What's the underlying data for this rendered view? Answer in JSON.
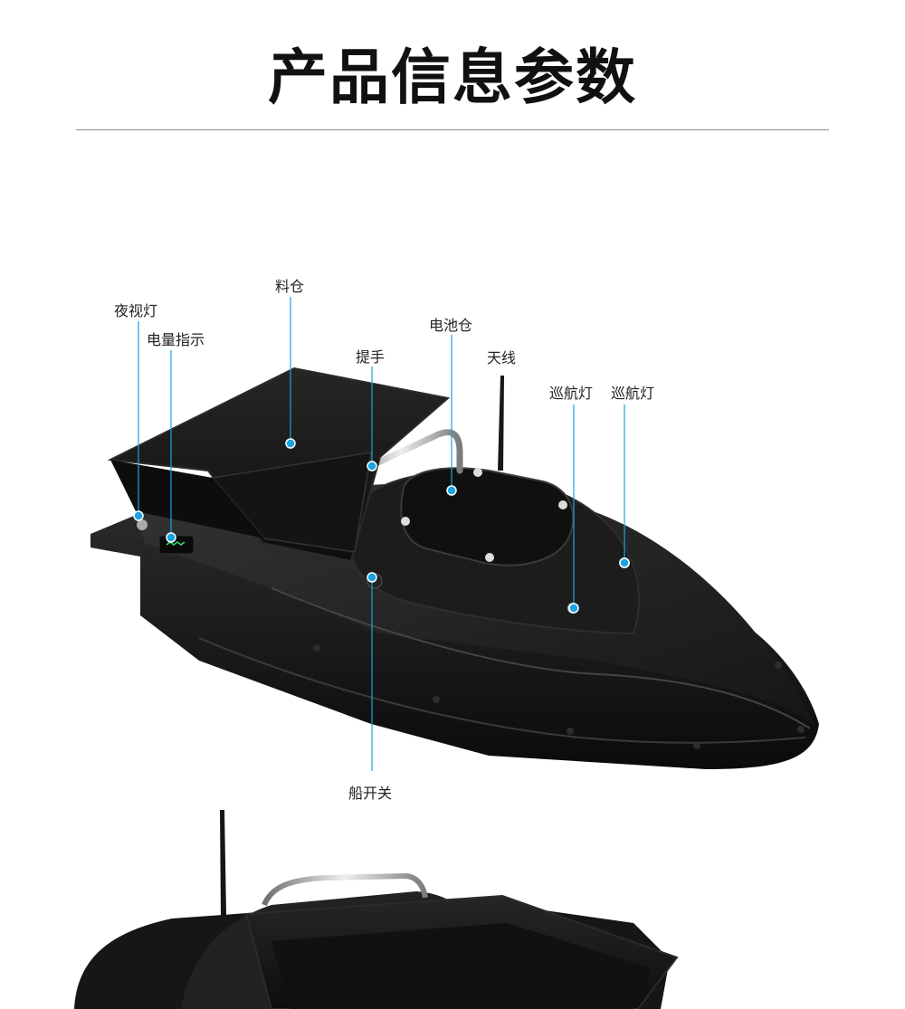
{
  "header": {
    "title": "产品信息参数"
  },
  "labels": {
    "night_light": "夜视灯",
    "battery_indicator": "电量指示",
    "bait_hopper": "料仓",
    "handle": "提手",
    "battery_compartment": "电池仓",
    "antenna": "天线",
    "cruise_light_1": "巡航灯",
    "cruise_light_2": "巡航灯",
    "boat_switch": "船开关"
  },
  "colors": {
    "accent": "#1aa3e0",
    "hull": "#141414",
    "text": "#222222"
  }
}
